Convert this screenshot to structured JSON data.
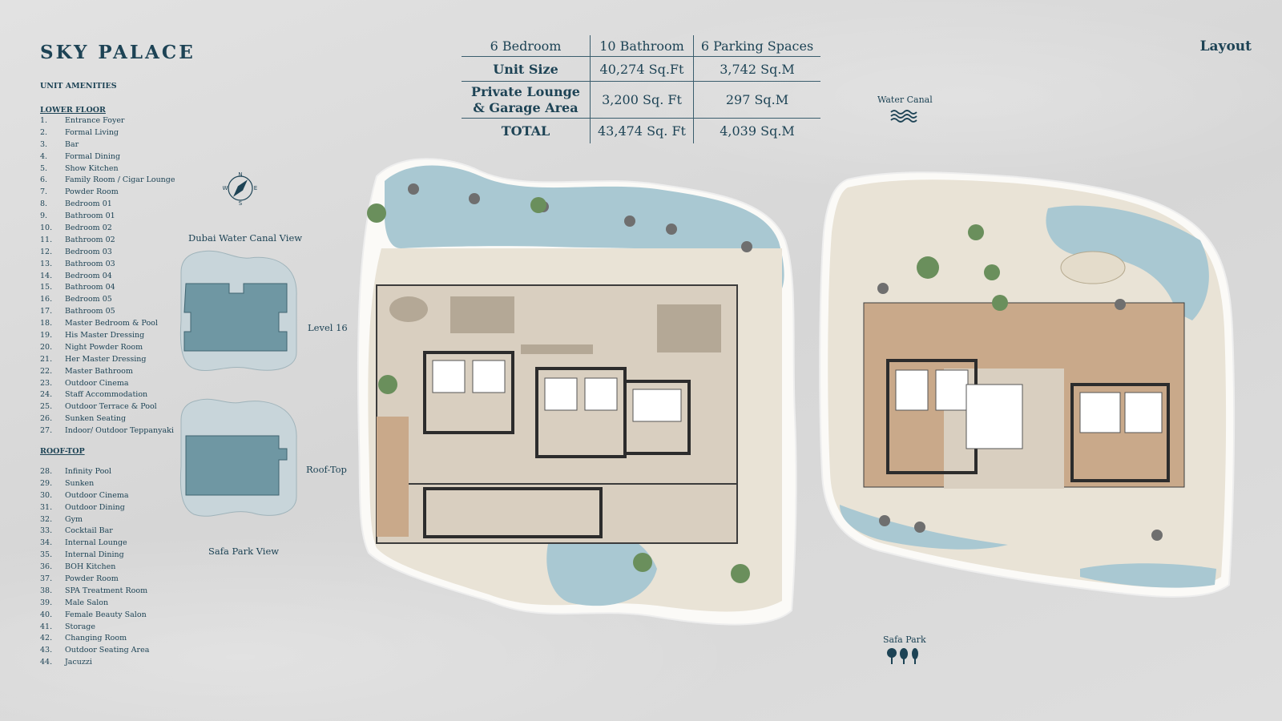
{
  "title": "SKY PALACE",
  "header_right": "Layout",
  "amenities_heading": "UNIT AMENITIES",
  "lower_floor": {
    "heading": "LOWER FLOOR",
    "items": [
      {
        "n": "1.",
        "label": "Entrance Foyer"
      },
      {
        "n": "2.",
        "label": "Formal Living"
      },
      {
        "n": "3.",
        "label": "Bar"
      },
      {
        "n": "4.",
        "label": "Formal Dining"
      },
      {
        "n": "5.",
        "label": "Show Kitchen"
      },
      {
        "n": "6.",
        "label": "Family Room / Cigar Lounge"
      },
      {
        "n": "7.",
        "label": "Powder Room"
      },
      {
        "n": "8.",
        "label": "Bedroom 01"
      },
      {
        "n": "9.",
        "label": "Bathroom 01"
      },
      {
        "n": "10.",
        "label": "Bedroom 02"
      },
      {
        "n": "11.",
        "label": "Bathroom 02"
      },
      {
        "n": "12.",
        "label": "Bedroom 03"
      },
      {
        "n": "13.",
        "label": "Bathroom 03"
      },
      {
        "n": "14.",
        "label": "Bedroom 04"
      },
      {
        "n": "15.",
        "label": "Bathroom 04"
      },
      {
        "n": "16.",
        "label": "Bedroom 05"
      },
      {
        "n": "17.",
        "label": "Bathroom 05"
      },
      {
        "n": "18.",
        "label": "Master Bedroom & Pool"
      },
      {
        "n": "19.",
        "label": "His Master Dressing"
      },
      {
        "n": "20.",
        "label": "Night Powder Room"
      },
      {
        "n": "21.",
        "label": "Her Master Dressing"
      },
      {
        "n": "22.",
        "label": "Master Bathroom"
      },
      {
        "n": "23.",
        "label": "Outdoor Cinema"
      },
      {
        "n": "24.",
        "label": "Staff Accommodation"
      },
      {
        "n": "25.",
        "label": "Outdoor Terrace & Pool"
      },
      {
        "n": "26.",
        "label": "Sunken Seating"
      },
      {
        "n": "27.",
        "label": "Indoor/ Outdoor Teppanyaki"
      }
    ]
  },
  "roof_top": {
    "heading": "ROOF-TOP",
    "items": [
      {
        "n": "28.",
        "label": "Infinity Pool"
      },
      {
        "n": "29.",
        "label": "Sunken"
      },
      {
        "n": "30.",
        "label": "Outdoor Cinema"
      },
      {
        "n": "31.",
        "label": "Outdoor Dining"
      },
      {
        "n": "32.",
        "label": "Gym"
      },
      {
        "n": "33.",
        "label": "Cocktail Bar"
      },
      {
        "n": "34.",
        "label": "Internal Lounge"
      },
      {
        "n": "35.",
        "label": "Internal Dining"
      },
      {
        "n": "36.",
        "label": "BOH Kitchen"
      },
      {
        "n": "37.",
        "label": "Powder Room"
      },
      {
        "n": "38.",
        "label": "SPA Treatment Room"
      },
      {
        "n": "39.",
        "label": "Male Salon"
      },
      {
        "n": "40.",
        "label": "Female Beauty Salon"
      },
      {
        "n": "41.",
        "label": "Storage"
      },
      {
        "n": "42.",
        "label": "Changing Room"
      },
      {
        "n": "43.",
        "label": "Outdoor Seating Area"
      },
      {
        "n": "44.",
        "label": "Jacuzzi"
      }
    ]
  },
  "spec_table": {
    "header": [
      "6 Bedroom",
      "10 Bathroom",
      "6 Parking Spaces"
    ],
    "rows": [
      {
        "label": "Unit Size",
        "sqft": "40,274 Sq.Ft",
        "sqm": "3,742 Sq.M"
      },
      {
        "label": "Private Lounge & Garage Area",
        "sqft": "3,200 Sq. Ft",
        "sqm": "297 Sq.M"
      },
      {
        "label": "TOTAL",
        "sqft": "43,474 Sq. Ft",
        "sqm": "4,039 Sq.M"
      }
    ]
  },
  "compass": {
    "n": "N",
    "e": "E",
    "s": "S",
    "w": "W"
  },
  "views": {
    "top_label": "Dubai Water Canal View",
    "level16": "Level 16",
    "rooftop": "Roof-Top",
    "bottom_label": "Safa Park View"
  },
  "water_canal_label": "Water Canal",
  "safa_park_label": "Safa Park",
  "colors": {
    "navy": "#1d4355",
    "keyplan_fill": "#c8d5da",
    "keyplan_unit": "#6f97a3",
    "pool": "#a9c8d2",
    "deck": "#e9e3d6",
    "floor": "#d9cfc0",
    "wood": "#c9a98a",
    "wall": "#2c2c2c"
  }
}
